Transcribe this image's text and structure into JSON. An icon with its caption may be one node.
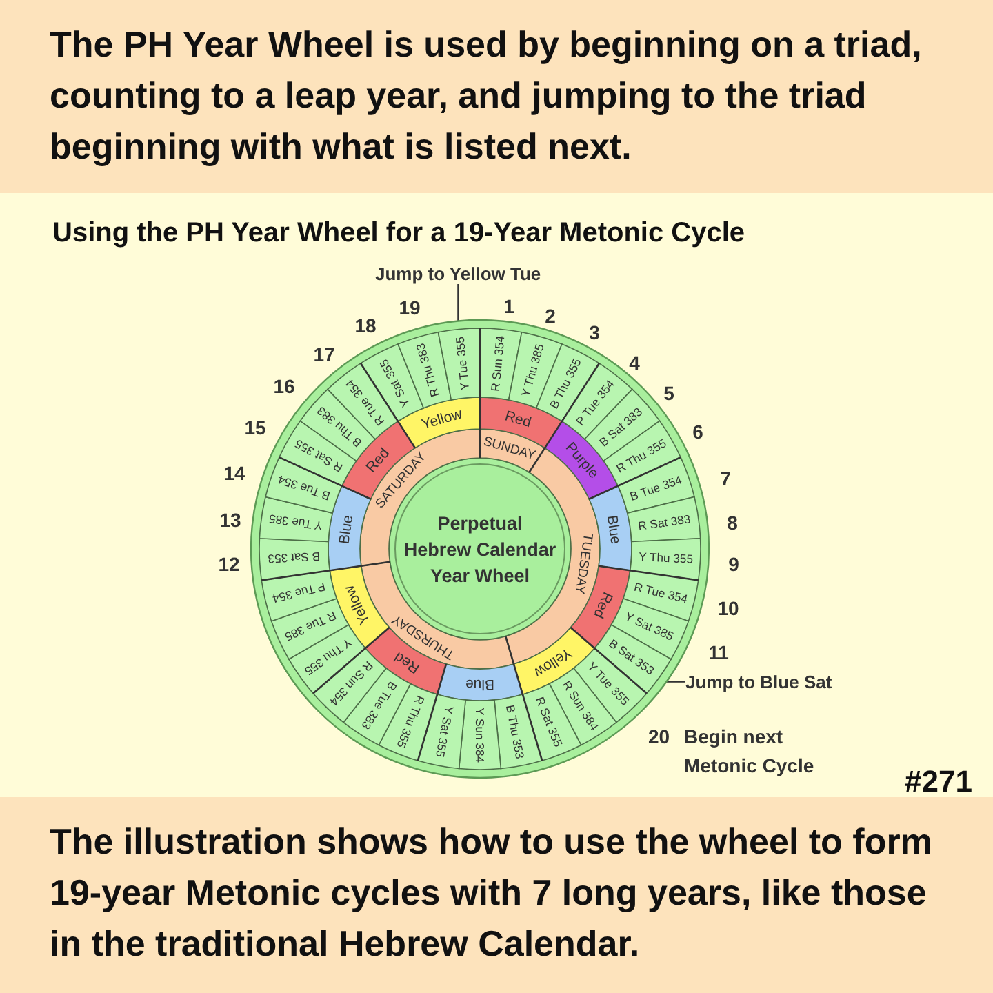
{
  "diagram": {
    "title": "The PH Year Wheel is used by beginning on a triad, counting to a leap year, and jumping to the triad beginning with what is listed next.",
    "caption": "The illustration shows how to use the wheel to form 19-year Metonic cycles with 7 long years, like those in the traditional Hebrew Calendar.",
    "nodes": [
      {
        "text": [
          "Perpetual Hebrew Calendar Year Wheel"
        ]
      },
      {
        "text": [
          "SUNDAY"
        ]
      },
      {
        "text": [
          "TUESDAY"
        ]
      },
      {
        "text": [
          "THURSDAY"
        ]
      },
      {
        "text": [
          "SATURDAY"
        ]
      },
      {
        "text": [
          "Red"
        ]
      },
      {
        "text": [
          "Purple"
        ]
      },
      {
        "text": [
          "Blue"
        ]
      },
      {
        "text": [
          "Red"
        ]
      },
      {
        "text": [
          "Yellow"
        ]
      },
      {
        "text": [
          "Blue"
        ]
      },
      {
        "text": [
          "Red"
        ]
      },
      {
        "text": [
          "Yellow"
        ]
      },
      {
        "text": [
          "Blue"
        ]
      },
      {
        "text": [
          "Red"
        ]
      },
      {
        "text": [
          "Yellow"
        ]
      },
      {
        "text": [
          "R Sun 354"
        ]
      },
      {
        "text": [
          "Y Thu 385"
        ]
      },
      {
        "text": [
          "B Thu 355"
        ]
      },
      {
        "text": [
          "P Tue 354"
        ]
      },
      {
        "text": [
          "B Sat 383"
        ]
      },
      {
        "text": [
          "R Thu 355"
        ]
      },
      {
        "text": [
          "B Tue 354"
        ]
      },
      {
        "text": [
          "R Sat 383"
        ]
      },
      {
        "text": [
          "Y Thu 355"
        ]
      },
      {
        "text": [
          "R Tue 354"
        ]
      },
      {
        "text": [
          "Y Sat 385"
        ]
      },
      {
        "text": [
          "B Sat 353"
        ]
      },
      {
        "text": [
          "Y Tue 355"
        ]
      },
      {
        "text": [
          "R Sun 384"
        ]
      },
      {
        "text": [
          "R Sat 355"
        ]
      },
      {
        "text": [
          "B Thu 353"
        ]
      },
      {
        "text": [
          "Y Sun 384"
        ]
      },
      {
        "text": [
          "Y Sat 355"
        ]
      },
      {
        "text": [
          "R Thu 355"
        ]
      },
      {
        "text": [
          "B Tue 383"
        ]
      },
      {
        "text": [
          "R Sun 354"
        ]
      },
      {
        "text": [
          "Y Thu 355"
        ]
      },
      {
        "text": [
          "R Tue 385"
        ]
      },
      {
        "text": [
          "P Tue 354"
        ]
      },
      {
        "text": [
          "B Sat 353"
        ]
      },
      {
        "text": [
          "Y Tue 385"
        ]
      },
      {
        "text": [
          "B Tue 354"
        ]
      },
      {
        "text": [
          "R Sat 355"
        ]
      },
      {
        "text": [
          "B Thu 383"
        ]
      },
      {
        "text": [
          "R Tue 354"
        ]
      },
      {
        "text": [
          "Y Sat 355"
        ]
      },
      {
        "text": [
          "R Thu 383"
        ]
      },
      {
        "text": [
          "Y Tue 355"
        ]
      },
      {
        "text": [
          "Jump to Yellow Tue"
        ]
      },
      {
        "text": [
          "Jump to Blue Sat"
        ]
      }
    ],
    "edges": [
      {
        "from": 49,
        "to": 48,
        "arrow": "none"
      },
      {
        "from": 50,
        "to": 27,
        "arrow": "none"
      }
    ],
    "labels": [
      "Using the PH Year Wheel for a 19-Year Metonic Cycle",
      "19",
      "1",
      "2",
      "18",
      "3",
      "17",
      "4",
      "16",
      "5",
      "15",
      "6",
      "14",
      "7",
      "13",
      "8",
      "12",
      "9",
      "10",
      "11",
      "20",
      "Begin next Metonic Cycle",
      "#271"
    ]
  }
}
